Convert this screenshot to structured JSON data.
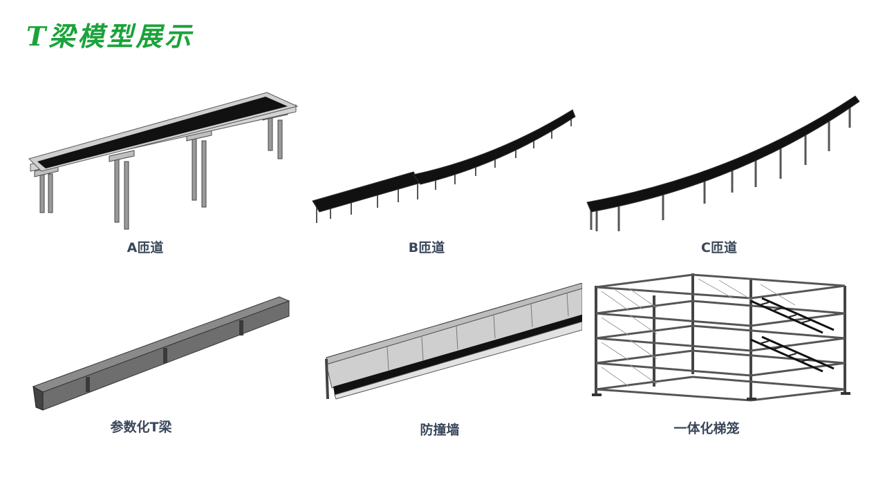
{
  "slide": {
    "title": "T梁模型展示"
  },
  "models": [
    {
      "id": "ramp-a",
      "caption": "A匝道",
      "icon": "elevated-ramp-straight-image"
    },
    {
      "id": "ramp-b",
      "caption": "B匝道",
      "icon": "elevated-ramp-curved-image"
    },
    {
      "id": "ramp-c",
      "caption": "C匝道",
      "icon": "elevated-ramp-long-curve-image"
    },
    {
      "id": "t-beam",
      "caption": "参数化T梁",
      "icon": "parametric-t-beam-image"
    },
    {
      "id": "barrier",
      "caption": "防撞墙",
      "icon": "crash-barrier-wall-image"
    },
    {
      "id": "stair-cage",
      "caption": "一体化梯笼",
      "icon": "integrated-stair-cage-image"
    }
  ],
  "colors": {
    "title": "#1aa33a",
    "caption": "#3a475a",
    "deck": "#111111",
    "concrete": "#c9c9c9",
    "steel": "#555555"
  }
}
